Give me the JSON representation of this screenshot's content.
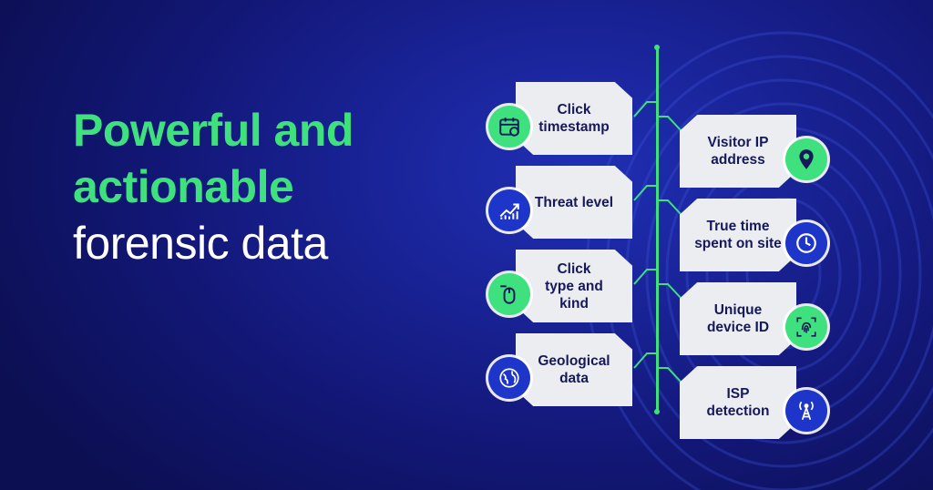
{
  "headline": {
    "line1": "Powerful and",
    "line2": "actionable",
    "line3": "forensic data"
  },
  "colors": {
    "accent_green": "#3ee17d",
    "accent_blue": "#1d35c8",
    "card_bg": "#ecedf1",
    "card_text": "#15195a",
    "background": "#1a2499"
  },
  "left_items": [
    {
      "label": "Click timestamp",
      "icon": "calendar-icon",
      "badge_color": "green"
    },
    {
      "label": "Threat level",
      "icon": "trend-chart-icon",
      "badge_color": "blue"
    },
    {
      "label": "Click type and kind",
      "icon": "mouse-click-icon",
      "badge_color": "green"
    },
    {
      "label": "Geological data",
      "icon": "globe-icon",
      "badge_color": "blue"
    }
  ],
  "right_items": [
    {
      "label": "Visitor IP address",
      "icon": "location-pin-icon",
      "badge_color": "green"
    },
    {
      "label": "True time spent on site",
      "icon": "clock-icon",
      "badge_color": "blue"
    },
    {
      "label": "Unique device ID",
      "icon": "fingerprint-icon",
      "badge_color": "green"
    },
    {
      "label": "ISP detection",
      "icon": "tower-icon",
      "badge_color": "blue"
    }
  ]
}
